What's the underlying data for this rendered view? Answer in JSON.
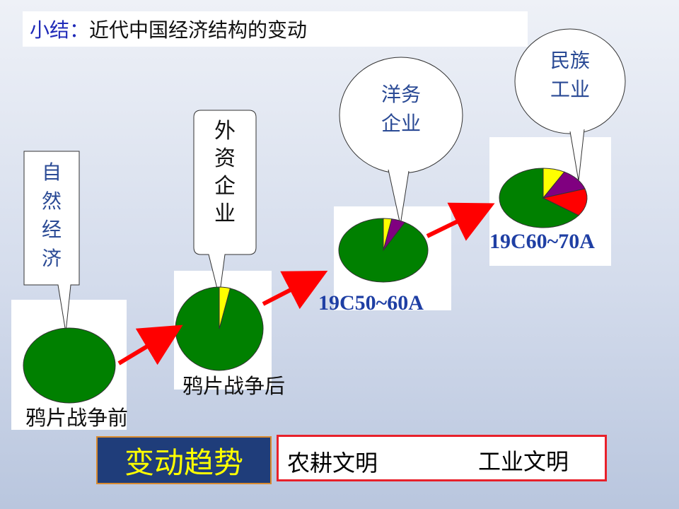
{
  "title": {
    "label": "小结",
    "separator": "：",
    "text": "近代中国经济结构的变动"
  },
  "stages": [
    {
      "caption": "鸦片战争前",
      "callout": [
        "自",
        "然",
        "经",
        "济"
      ],
      "slices": [
        {
          "color": "#008000",
          "fraction": 1.0
        }
      ]
    },
    {
      "caption": "鸦片战争后",
      "callout": [
        "外",
        "资",
        "企",
        "业"
      ],
      "slices": [
        {
          "color": "#008000",
          "fraction": 0.96
        },
        {
          "color": "#ffff00",
          "fraction": 0.04
        }
      ]
    },
    {
      "caption": "19C50~60A",
      "callout": [
        "洋务",
        "企业"
      ],
      "slices": [
        {
          "color": "#008000",
          "fraction": 0.92
        },
        {
          "color": "#ffff00",
          "fraction": 0.03
        },
        {
          "color": "#800080",
          "fraction": 0.05
        }
      ]
    },
    {
      "caption": "19C60~70A",
      "callout": [
        "民族",
        "工业"
      ],
      "slices": [
        {
          "color": "#008000",
          "fraction": 0.65
        },
        {
          "color": "#ffff00",
          "fraction": 0.08
        },
        {
          "color": "#800080",
          "fraction": 0.12
        },
        {
          "color": "#ff0000",
          "fraction": 0.15
        }
      ]
    }
  ],
  "trend": {
    "label": "变动趋势",
    "from": "农耕文明",
    "to": "工业文明"
  },
  "colors": {
    "arrow": "#ff0000",
    "small_arrow": "#3355cc",
    "trend_bg": "#1f3d7a",
    "trend_text": "#ffff00",
    "trend_border": "#e8202a"
  }
}
